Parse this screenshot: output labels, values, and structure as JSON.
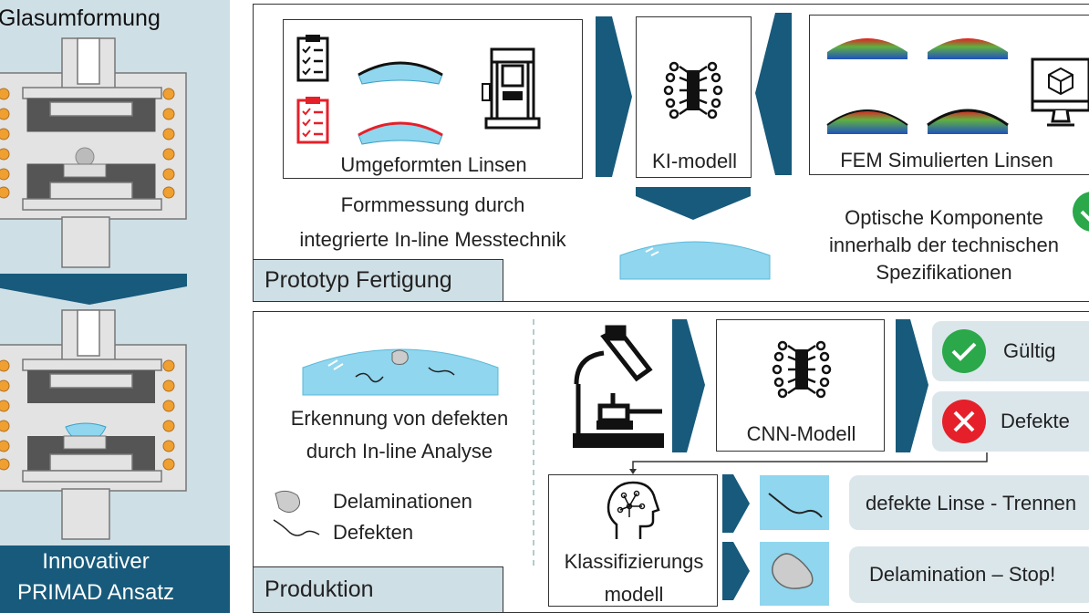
{
  "left_panel": {
    "title": "Glasumformung",
    "footer_line1": "Innovativer",
    "footer_line2": "PRIMAD Ansatz"
  },
  "prototype": {
    "label": "Prototyp Fertigung",
    "lenses_box_label": "Umgeformten Linsen",
    "measure_line1": "Formmessung durch",
    "measure_line2": "integrierte In-line Messtechnik",
    "ki_label": "KI-modell",
    "fem_label": "FEM Simulierten Linsen",
    "optic_line1": "Optische Komponente",
    "optic_line2": "innerhalb der technischen",
    "optic_line3": "Spezifikationen"
  },
  "production": {
    "label": "Produktion",
    "detect_line1": "Erkennung von defekten",
    "detect_line2": "durch In-line Analyse",
    "legend_delam": "Delaminationen",
    "legend_defect": "Defekten",
    "cnn_label": "CNN-Modell",
    "valid_label": "Gültig",
    "defect_label": "Defekte",
    "class_line1": "Klassifizierungs",
    "class_line2": "modell",
    "action_defect": "defekte Linse - Trennen",
    "action_delam": "Delamination – Stop!"
  },
  "colors": {
    "accent": "#175a7b",
    "panel_bg": "#cfdfe6",
    "lens": "#8fd6ee",
    "valid": "#2aa84a",
    "invalid": "#e5202a",
    "heating": "#f0a030"
  }
}
